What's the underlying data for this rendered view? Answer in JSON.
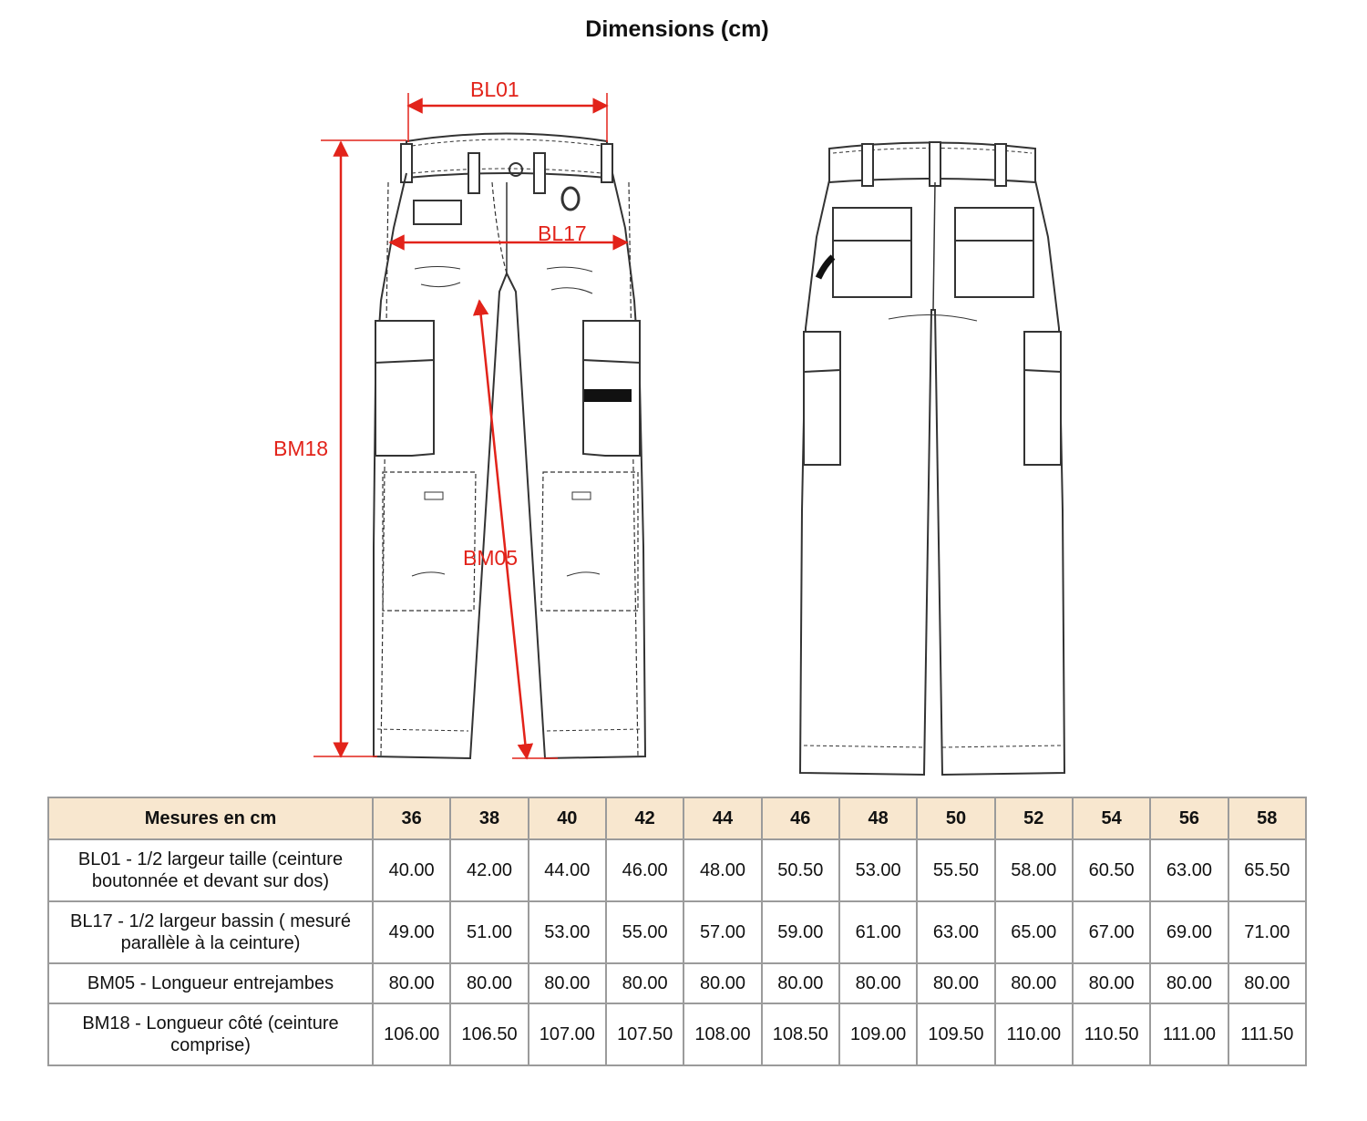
{
  "title": "Dimensions (cm)",
  "diagram": {
    "labels": {
      "bl01": "BL01",
      "bl17": "BL17",
      "bm18": "BM18",
      "bm05": "BM05"
    },
    "measure_color": "#e2231a"
  },
  "table": {
    "header_label": "Mesures en cm",
    "sizes": [
      "36",
      "38",
      "40",
      "42",
      "44",
      "46",
      "48",
      "50",
      "52",
      "54",
      "56",
      "58"
    ],
    "header_bg": "#f8e7cf",
    "rows": [
      {
        "label": "BL01 - 1/2 largeur taille (ceinture boutonnée et devant sur dos)",
        "values": [
          "40.00",
          "42.00",
          "44.00",
          "46.00",
          "48.00",
          "50.50",
          "53.00",
          "55.50",
          "58.00",
          "60.50",
          "63.00",
          "65.50"
        ]
      },
      {
        "label": "BL17 - 1/2 largeur bassin ( mesuré parallèle à la ceinture)",
        "values": [
          "49.00",
          "51.00",
          "53.00",
          "55.00",
          "57.00",
          "59.00",
          "61.00",
          "63.00",
          "65.00",
          "67.00",
          "69.00",
          "71.00"
        ]
      },
      {
        "label": "BM05 - Longueur entrejambes",
        "values": [
          "80.00",
          "80.00",
          "80.00",
          "80.00",
          "80.00",
          "80.00",
          "80.00",
          "80.00",
          "80.00",
          "80.00",
          "80.00",
          "80.00"
        ]
      },
      {
        "label": "BM18 - Longueur côté (ceinture comprise)",
        "values": [
          "106.00",
          "106.50",
          "107.00",
          "107.50",
          "108.00",
          "108.50",
          "109.00",
          "109.50",
          "110.00",
          "110.50",
          "111.00",
          "111.50"
        ]
      }
    ]
  }
}
